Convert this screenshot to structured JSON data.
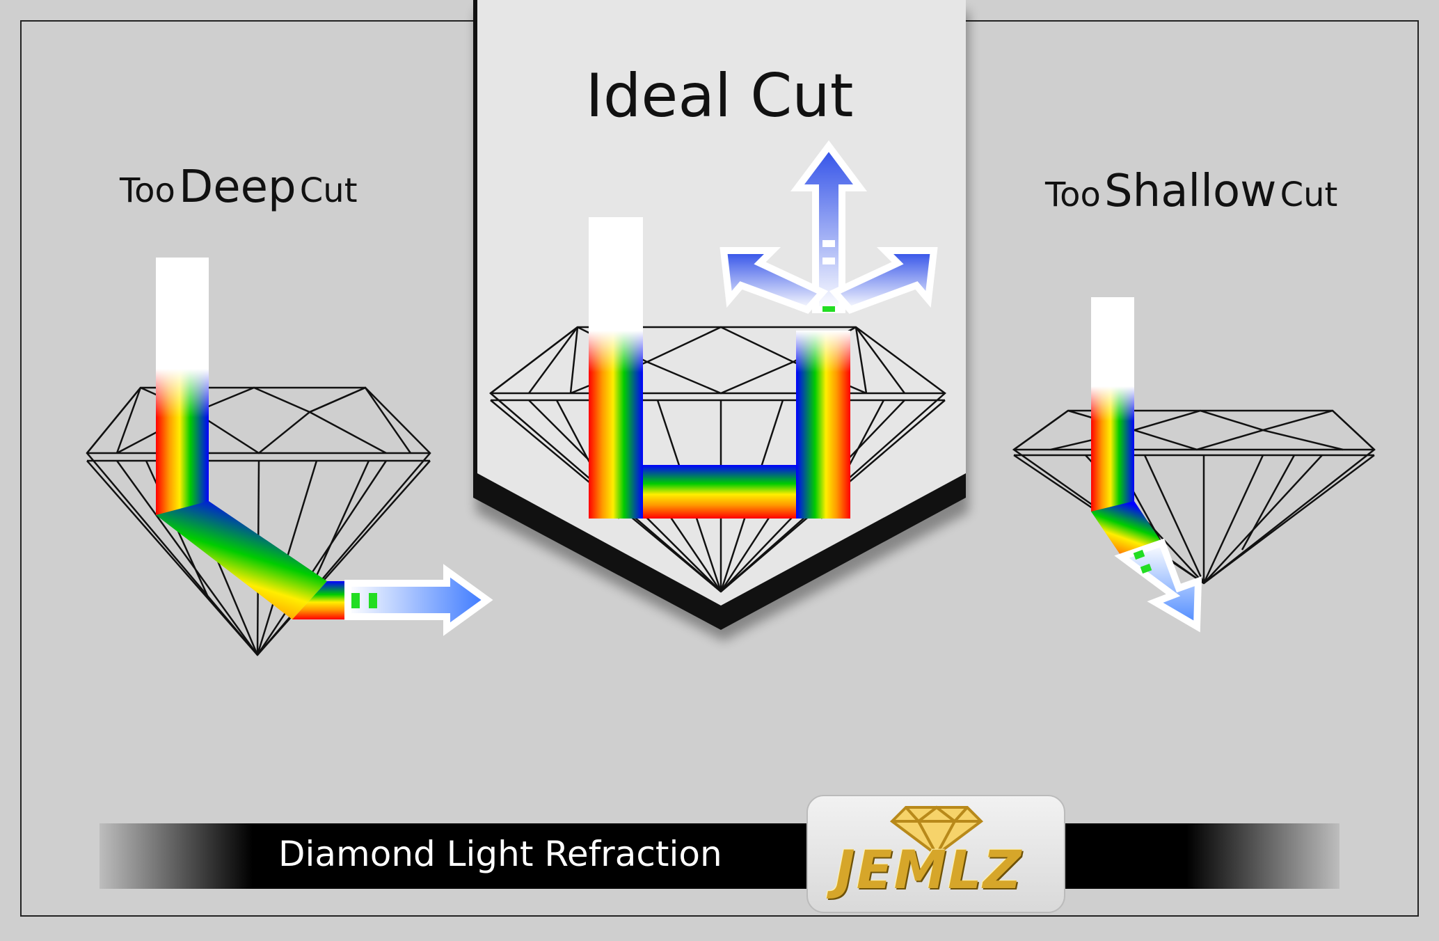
{
  "title_ideal": "Ideal Cut",
  "label_deep": {
    "prefix": "Too",
    "emphasis": "Deep",
    "suffix": "Cut"
  },
  "label_shallow": {
    "prefix": "Too",
    "emphasis": "Shallow",
    "suffix": "Cut"
  },
  "footer": {
    "text": "Diamond Light Refraction"
  },
  "logo": {
    "text": "JEMLZ",
    "icon": "diamond-icon"
  },
  "colors": {
    "background": "#cfcfcf",
    "banner": "#e6e6e6",
    "footer_bar": "#000000",
    "logo_gold": "#d6a62a",
    "spectrum": [
      "#ff0000",
      "#ff8800",
      "#ffee00",
      "#00cc00",
      "#0000ff"
    ]
  }
}
